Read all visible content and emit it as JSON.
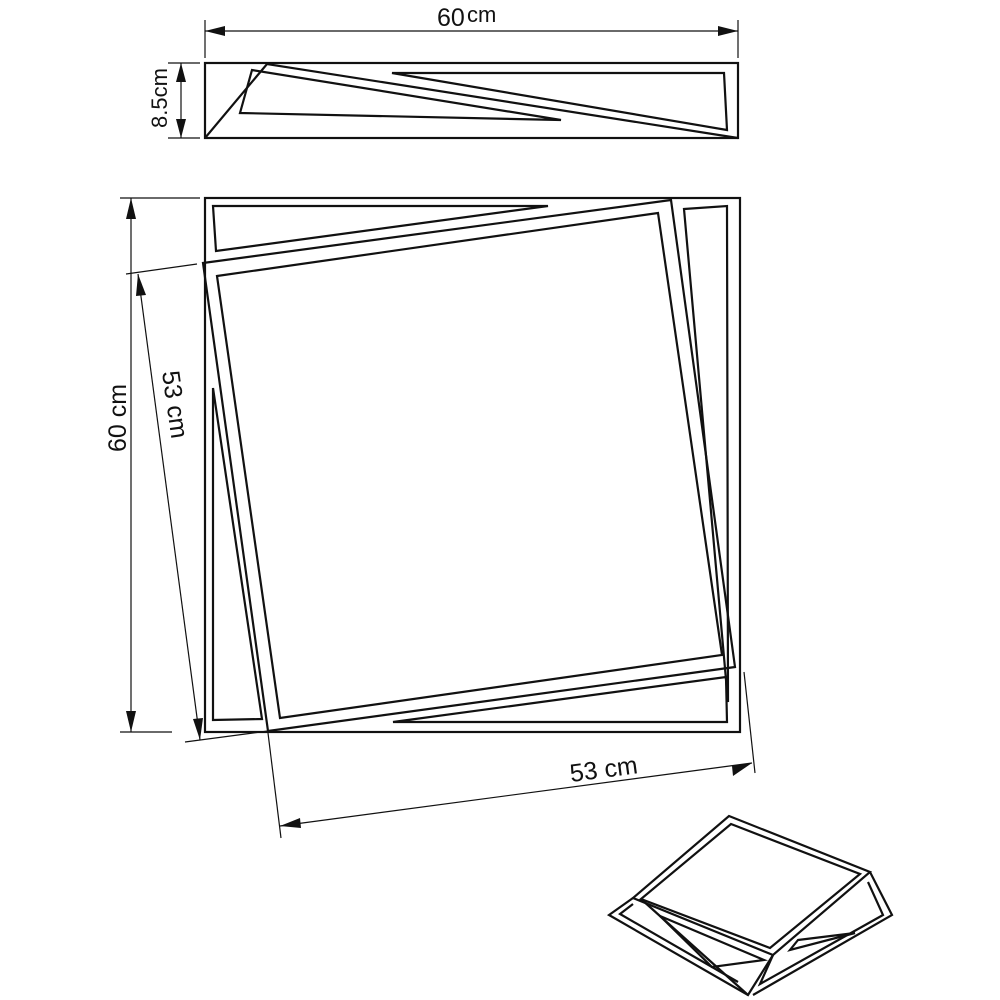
{
  "title": "Wall/ceiling lamp dimension drawing",
  "dimensions": {
    "side_width": {
      "value": "60",
      "unit": "cm"
    },
    "side_height": "8.5cm",
    "front_height": "60 cm",
    "inner_left": "53 cm",
    "inner_bottom": "53 cm"
  },
  "colors": {
    "line": "#111111",
    "background": "#ffffff"
  }
}
